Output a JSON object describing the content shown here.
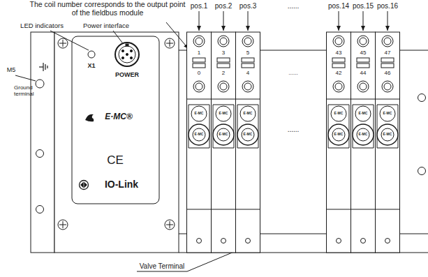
{
  "diagram": {
    "labels": [
      "The coil number corresponds to the output point of the fieldbus module",
      "pos.1",
      "pos.2",
      "pos.3",
      "......",
      "pos.14",
      "pos.15",
      "pos.16",
      "LED indicators",
      "Power interface",
      "1",
      "3",
      "5",
      "43",
      "45",
      "47",
      "M5",
      "Ground terminal",
      "X1",
      "0",
      "2",
      "4",
      "......",
      "42",
      "44",
      "46",
      "POWER",
      "E·MC®",
      "E·MC",
      "E·MC",
      "E·MC",
      "E·MC",
      "E·MC",
      "E·MC",
      "......",
      "E·MC",
      "E·MC",
      "E·MC",
      "E·MC",
      "E·MC",
      "E·MC",
      "CE",
      "IO-Link",
      "Valve Terminal"
    ]
  }
}
